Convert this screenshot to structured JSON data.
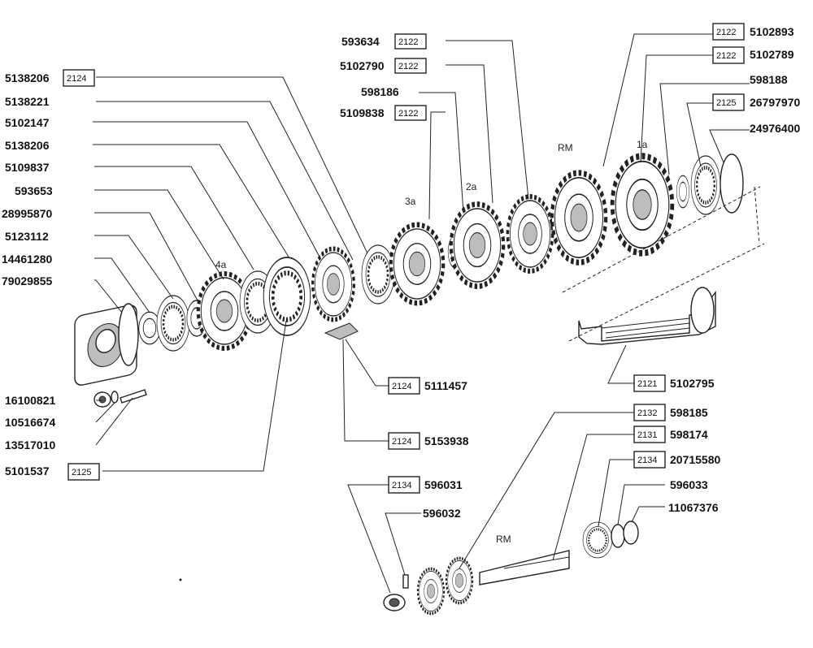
{
  "colors": {
    "ink": "#222222",
    "paper": "#ffffff"
  },
  "callouts": [
    {
      "num": "593634",
      "ref": "2122"
    },
    {
      "num": "5102790",
      "ref": "2122"
    },
    {
      "num": "598186",
      "ref": ""
    },
    {
      "num": "5109838",
      "ref": "2122"
    },
    {
      "num": "5102893",
      "ref": "2122"
    },
    {
      "num": "5102789",
      "ref": "2122"
    },
    {
      "num": "598188",
      "ref": ""
    },
    {
      "num": "26797970",
      "ref": "2125"
    },
    {
      "num": "24976400",
      "ref": ""
    },
    {
      "num": "5138206",
      "ref": "2124"
    },
    {
      "num": "5138221",
      "ref": ""
    },
    {
      "num": "5102147",
      "ref": ""
    },
    {
      "num": "5138206",
      "ref": ""
    },
    {
      "num": "5109837",
      "ref": ""
    },
    {
      "num": "593653",
      "ref": ""
    },
    {
      "num": "28995870",
      "ref": ""
    },
    {
      "num": "5123112",
      "ref": ""
    },
    {
      "num": "14461280",
      "ref": ""
    },
    {
      "num": "79029855",
      "ref": ""
    },
    {
      "num": "5111457",
      "ref": "2124"
    },
    {
      "num": "5153938",
      "ref": "2124"
    },
    {
      "num": "5102795",
      "ref": "2121"
    },
    {
      "num": "598185",
      "ref": "2132"
    },
    {
      "num": "598174",
      "ref": "2131"
    },
    {
      "num": "20715580",
      "ref": "2134"
    },
    {
      "num": "596033",
      "ref": ""
    },
    {
      "num": "11067376",
      "ref": ""
    },
    {
      "num": "596031",
      "ref": "2134"
    },
    {
      "num": "596032",
      "ref": ""
    },
    {
      "num": "16100821",
      "ref": ""
    },
    {
      "num": "10516674",
      "ref": ""
    },
    {
      "num": "13517010",
      "ref": ""
    },
    {
      "num": "5101537",
      "ref": "2125"
    }
  ],
  "gear_labels": [
    "1a",
    "2a",
    "3a",
    "4a",
    "RM",
    "RM"
  ]
}
